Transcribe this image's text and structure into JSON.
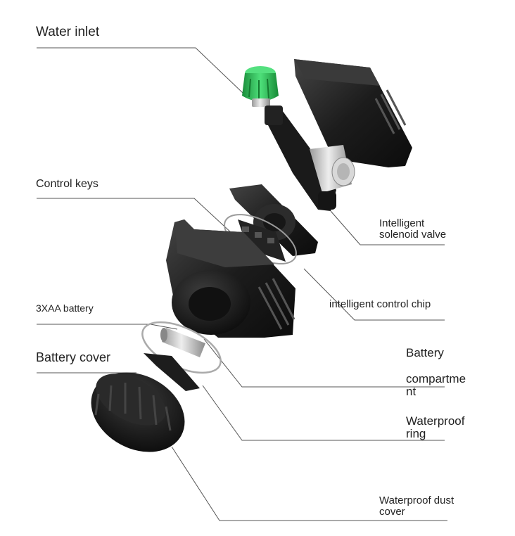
{
  "labels": {
    "water_inlet": "Water inlet",
    "control_keys": "Control keys",
    "battery_3xaa": "3XAA battery",
    "battery_cover": "Battery cover",
    "solenoid_valve_1": "Intelligent",
    "solenoid_valve_2": "solenoid valve",
    "control_chip": "intelligent control chip",
    "battery_compartment_1": "Battery",
    "battery_compartment_2": "compartme",
    "battery_compartment_3": "nt",
    "waterproof_ring_1": "Waterproof",
    "waterproof_ring_2": "ring",
    "dust_cover_1": "Waterproof dust",
    "dust_cover_2": "cover"
  },
  "colors": {
    "body": "#1e1e1e",
    "body_highlight": "#3a3a3a",
    "inlet_green": "#2fc45a",
    "metal": "#c8c8c8",
    "leader_line": "#555555"
  }
}
